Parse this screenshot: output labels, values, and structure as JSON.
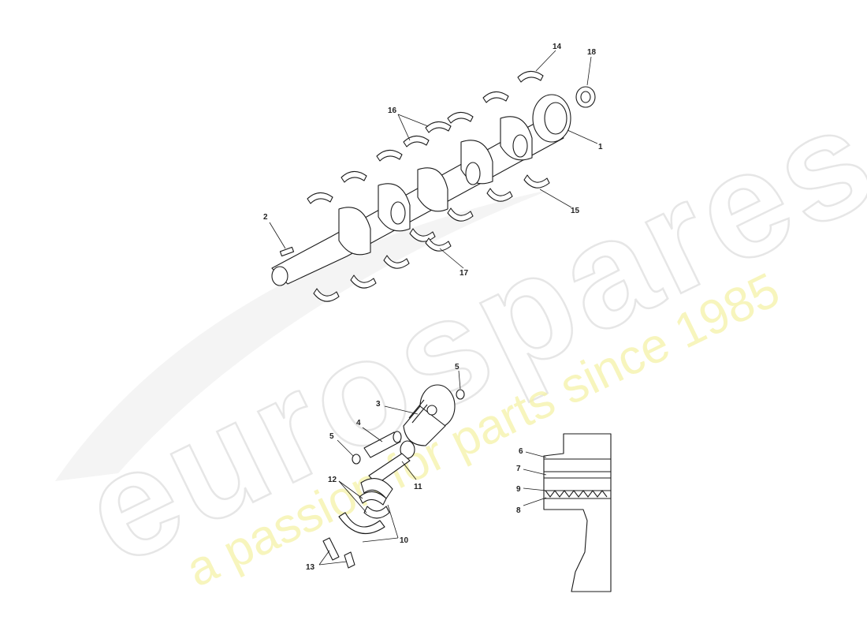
{
  "watermark": {
    "brand": "eurospares",
    "tagline": "a passion for parts since 1985"
  },
  "callouts": [
    "1",
    "2",
    "3",
    "4",
    "5",
    "5",
    "6",
    "7",
    "8",
    "9",
    "10",
    "11",
    "12",
    "13",
    "14",
    "15",
    "16",
    "17",
    "18"
  ],
  "colors": {
    "line": "#1a1a1a",
    "watermark_outline": "#e6e6e6",
    "watermark_tagline": "#f5f2a8",
    "background": "#ffffff"
  }
}
